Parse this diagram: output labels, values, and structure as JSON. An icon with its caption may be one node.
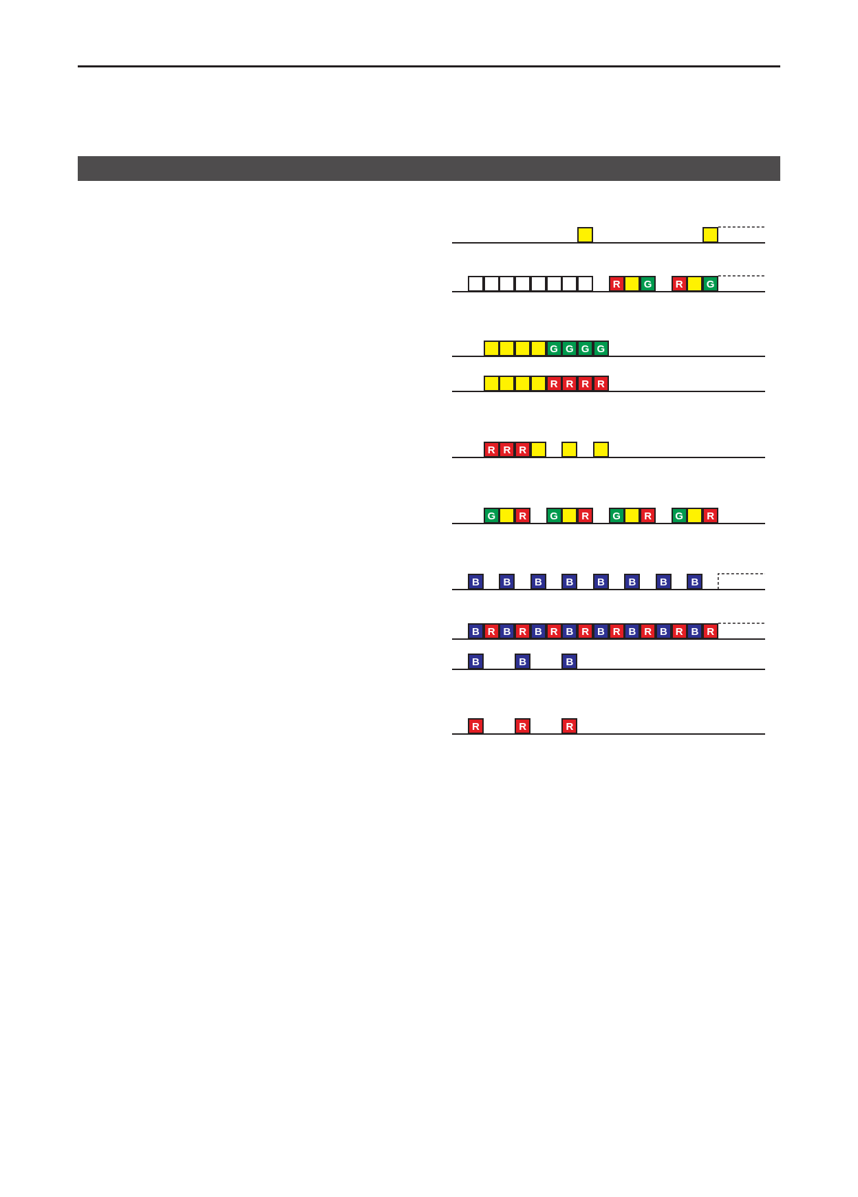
{
  "diagram": {
    "nodes": [
      {
        "text": [],
        "shape": "bar"
      },
      {
        "text": [],
        "shape": "box"
      },
      {
        "text": [],
        "shape": "box"
      },
      {
        "text": [],
        "shape": "box"
      },
      {
        "text": [],
        "shape": "box"
      },
      {
        "text": [],
        "shape": "box"
      },
      {
        "text": [],
        "shape": "box"
      },
      {
        "text": [],
        "shape": "box"
      },
      {
        "text": [],
        "shape": "box"
      },
      {
        "text": [],
        "shape": "box"
      },
      {
        "text": [],
        "shape": "box"
      },
      {
        "text": [
          "R"
        ]
      },
      {
        "text": [],
        "shape": "box"
      },
      {
        "text": [
          "G"
        ]
      },
      {
        "text": [
          "R"
        ]
      },
      {
        "text": [],
        "shape": "box"
      },
      {
        "text": [
          "G"
        ]
      },
      {
        "text": [],
        "shape": "box"
      },
      {
        "text": [],
        "shape": "box"
      },
      {
        "text": [],
        "shape": "box"
      },
      {
        "text": [],
        "shape": "box"
      },
      {
        "text": [
          "G"
        ]
      },
      {
        "text": [
          "G"
        ]
      },
      {
        "text": [
          "G"
        ]
      },
      {
        "text": [
          "G"
        ]
      },
      {
        "text": [],
        "shape": "box"
      },
      {
        "text": [],
        "shape": "box"
      },
      {
        "text": [],
        "shape": "box"
      },
      {
        "text": [],
        "shape": "box"
      },
      {
        "text": [
          "R"
        ]
      },
      {
        "text": [
          "R"
        ]
      },
      {
        "text": [
          "R"
        ]
      },
      {
        "text": [
          "R"
        ]
      },
      {
        "text": [
          "R"
        ]
      },
      {
        "text": [
          "R"
        ]
      },
      {
        "text": [
          "R"
        ]
      },
      {
        "text": [],
        "shape": "box"
      },
      {
        "text": [],
        "shape": "box"
      },
      {
        "text": [],
        "shape": "box"
      },
      {
        "text": [
          "G"
        ]
      },
      {
        "text": [],
        "shape": "box"
      },
      {
        "text": [
          "R"
        ]
      },
      {
        "text": [
          "G"
        ]
      },
      {
        "text": [],
        "shape": "box"
      },
      {
        "text": [
          "R"
        ]
      },
      {
        "text": [
          "G"
        ]
      },
      {
        "text": [],
        "shape": "box"
      },
      {
        "text": [
          "R"
        ]
      },
      {
        "text": [
          "G"
        ]
      },
      {
        "text": [],
        "shape": "box"
      },
      {
        "text": [
          "R"
        ]
      },
      {
        "text": [
          "B"
        ]
      },
      {
        "text": [
          "B"
        ]
      },
      {
        "text": [
          "B"
        ]
      },
      {
        "text": [
          "B"
        ]
      },
      {
        "text": [
          "B"
        ]
      },
      {
        "text": [
          "B"
        ]
      },
      {
        "text": [
          "B"
        ]
      },
      {
        "text": [
          "B"
        ]
      },
      {
        "text": [
          "B"
        ]
      },
      {
        "text": [
          "R"
        ]
      },
      {
        "text": [
          "B"
        ]
      },
      {
        "text": [
          "R"
        ]
      },
      {
        "text": [
          "B"
        ]
      },
      {
        "text": [
          "R"
        ]
      },
      {
        "text": [
          "B"
        ]
      },
      {
        "text": [
          "R"
        ]
      },
      {
        "text": [
          "B"
        ]
      },
      {
        "text": [
          "R"
        ]
      },
      {
        "text": [
          "B"
        ]
      },
      {
        "text": [
          "R"
        ]
      },
      {
        "text": [
          "B"
        ]
      },
      {
        "text": [
          "R"
        ]
      },
      {
        "text": [
          "B"
        ]
      },
      {
        "text": [
          "R"
        ]
      },
      {
        "text": [
          "B"
        ]
      },
      {
        "text": [
          "B"
        ]
      },
      {
        "text": [
          "B"
        ]
      },
      {
        "text": [
          "R"
        ]
      },
      {
        "text": [
          "R"
        ]
      },
      {
        "text": [
          "R"
        ]
      }
    ]
  }
}
